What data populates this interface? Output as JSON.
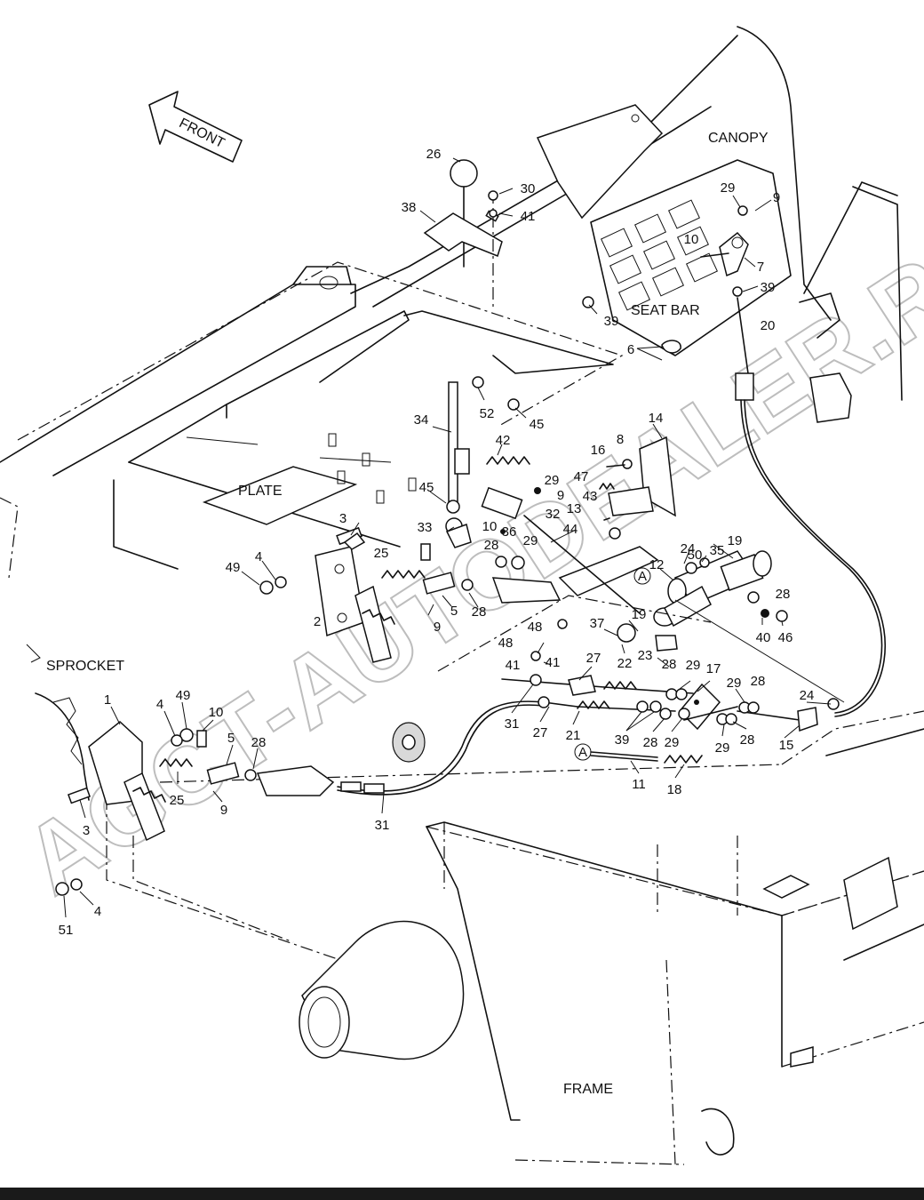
{
  "diagram": {
    "labels": {
      "front": "FRONT",
      "canopy": "CANOPY",
      "seat_bar": "SEAT BAR",
      "plate": "PLATE",
      "sprocket": "SPROCKET",
      "frame": "FRAME"
    },
    "watermark": "AGCT-AUTODEALER.RU",
    "reference_marker": "A",
    "callouts": [
      "26",
      "30",
      "41",
      "38",
      "39",
      "9",
      "29",
      "10",
      "7",
      "39",
      "20",
      "6",
      "52",
      "45",
      "34",
      "42",
      "14",
      "8",
      "16",
      "9",
      "29",
      "47",
      "43",
      "13",
      "32",
      "36",
      "45",
      "33",
      "3",
      "10",
      "28",
      "29",
      "44",
      "24",
      "50",
      "35",
      "19",
      "12",
      "49",
      "4",
      "25",
      "5",
      "28",
      "9",
      "2",
      "28",
      "40",
      "46",
      "19",
      "37",
      "48",
      "48",
      "41",
      "41",
      "27",
      "22",
      "23",
      "28",
      "29",
      "17",
      "29",
      "28",
      "24",
      "31",
      "27",
      "21",
      "39",
      "28",
      "29",
      "29",
      "28",
      "15",
      "11",
      "18",
      "1",
      "49",
      "4",
      "10",
      "5",
      "28",
      "25",
      "9",
      "3",
      "31",
      "51",
      "4"
    ]
  }
}
